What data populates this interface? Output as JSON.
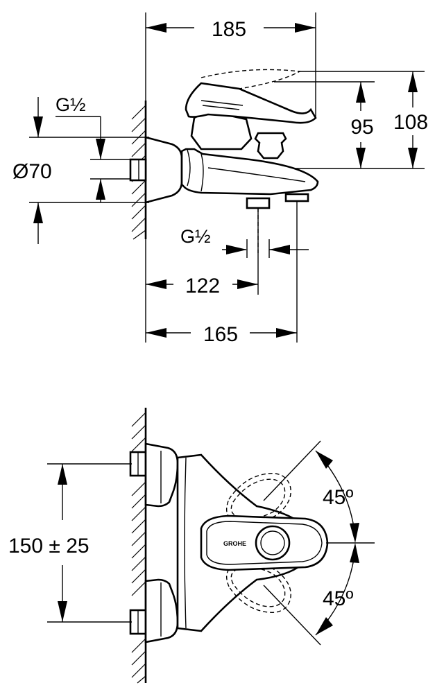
{
  "side_view": {
    "dim_overall_width": "185",
    "dim_height_outer": "108",
    "dim_height_inner": "95",
    "dim_thread_top": "G½",
    "dim_diameter": "Ø70",
    "dim_thread_outlet": "G½",
    "dim_outlet_offset": "122",
    "dim_depth": "165"
  },
  "front_view": {
    "dim_spacing": "150 ± 25",
    "dim_angle_top": "45º",
    "dim_angle_bottom": "45º",
    "logo_text": "GROHE"
  }
}
